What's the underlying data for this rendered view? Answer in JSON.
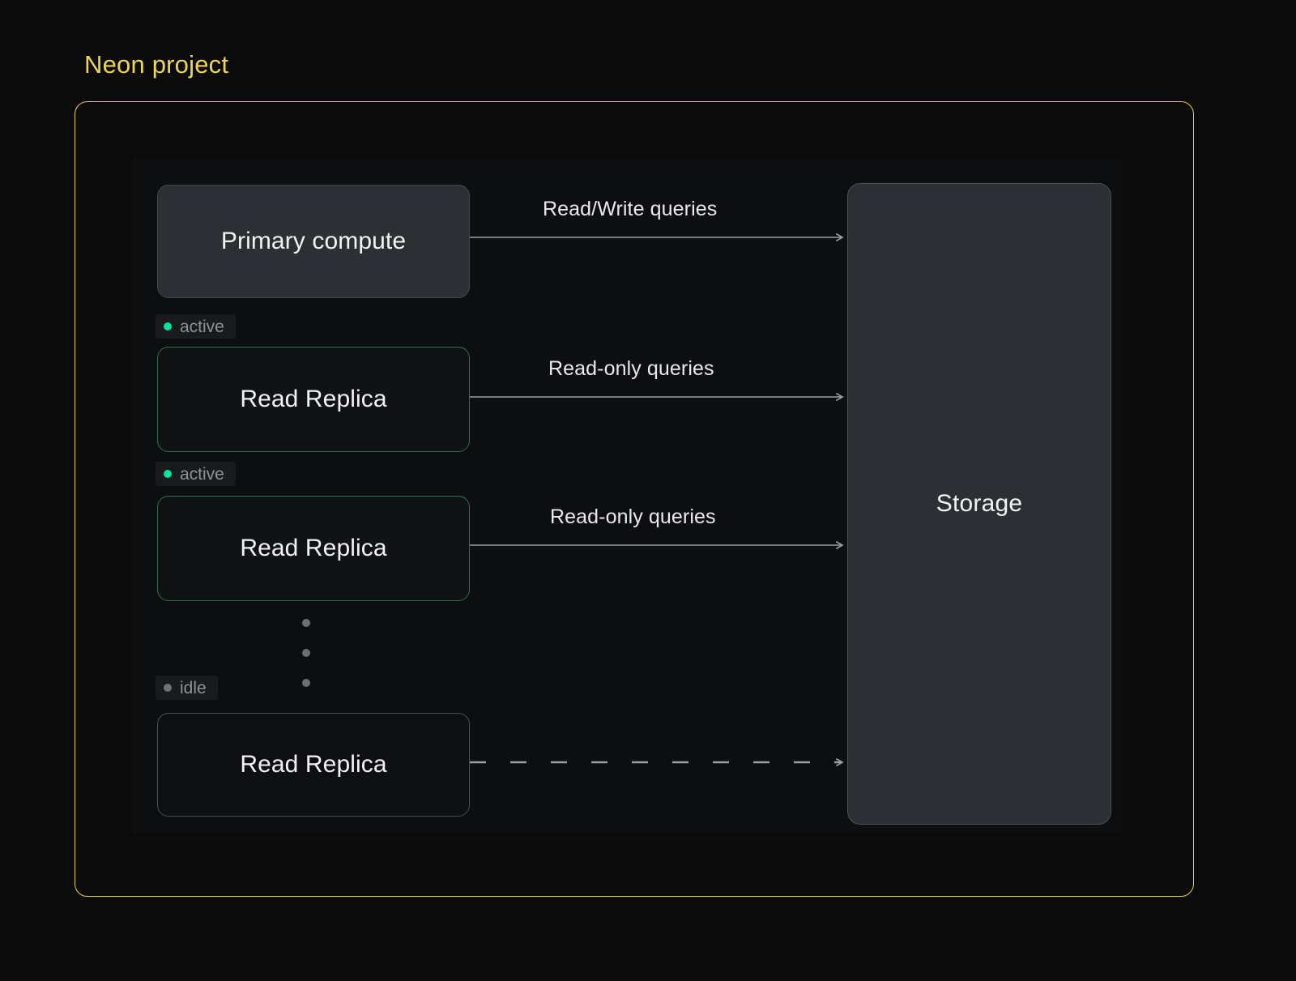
{
  "project": {
    "title": "Neon project",
    "title_color": "#ecd45a",
    "frame_border_color": "#e8cf52"
  },
  "nodes": {
    "primary": {
      "label": "Primary compute",
      "fill": "#2c2f34",
      "border": "#43474e"
    },
    "replicas": [
      {
        "label": "Read Replica",
        "status": "active",
        "status_color": "#00e599",
        "border": "#2f6d54"
      },
      {
        "label": "Read Replica",
        "status": "active",
        "status_color": "#00e599",
        "border": "#2f6d54"
      },
      {
        "label": "Read Replica",
        "status": "idle",
        "status_color": "#6f7379",
        "border": "#4a4d53"
      }
    ],
    "storage": {
      "label": "Storage",
      "fill": "#2c2f34",
      "border": "#4b4f56"
    }
  },
  "edges": [
    {
      "label": "Read/Write queries",
      "style": "solid",
      "from": "primary",
      "to": "storage"
    },
    {
      "label": "Read-only queries",
      "style": "solid",
      "from": "replica-1",
      "to": "storage"
    },
    {
      "label": "Read-only queries",
      "style": "solid",
      "from": "replica-2",
      "to": "storage"
    },
    {
      "label": "",
      "style": "dashed",
      "from": "replica-3",
      "to": "storage"
    }
  ],
  "ellipsis": {
    "name": "vertical-ellipsis",
    "dot_count": 3,
    "color": "#6c6f74"
  },
  "colors": {
    "background": "#0b0b0c",
    "panel": "#111214",
    "text_primary": "#f2f3f5",
    "text_muted": "#8e9299",
    "connector": "#9aa0a6",
    "accent_yellow": "#e8cf52",
    "accent_green": "#00e599"
  }
}
